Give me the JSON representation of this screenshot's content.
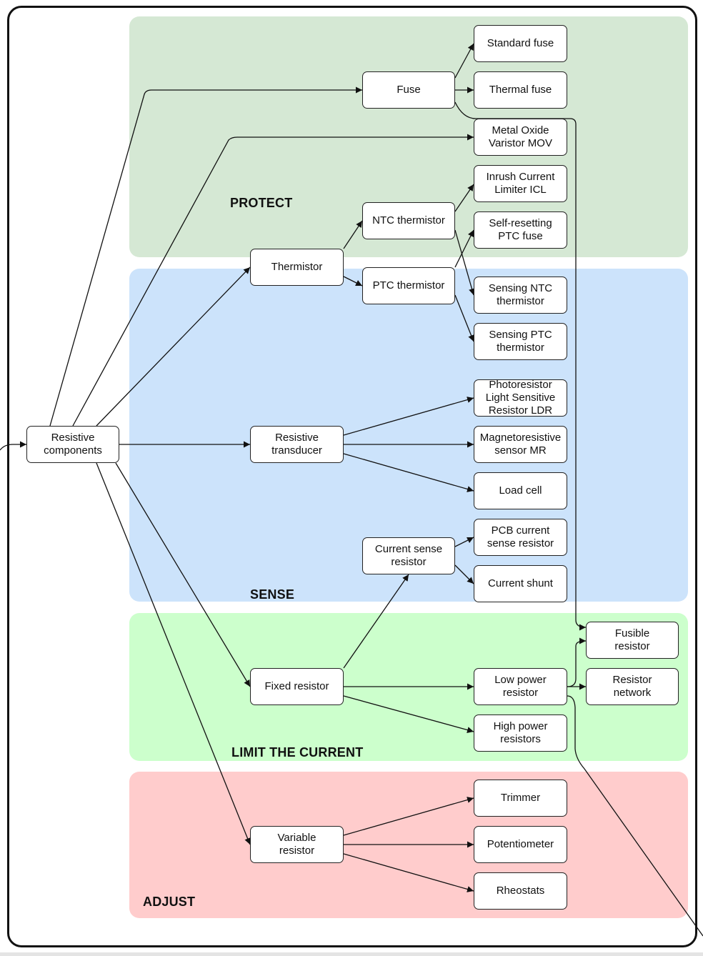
{
  "zones": {
    "protect": {
      "label": "PROTECT",
      "color": "#d5e8d4"
    },
    "sense": {
      "label": "SENSE",
      "color": "#cce3fb"
    },
    "limit": {
      "label": "LIMIT THE CURRENT",
      "color": "#ccffcc"
    },
    "adjust": {
      "label": "ADJUST",
      "color": "#ffcccc"
    }
  },
  "nodes": {
    "resistive_components": "Resistive\ncomponents",
    "fuse": "Fuse",
    "standard_fuse": "Standard fuse",
    "thermal_fuse": "Thermal fuse",
    "mov": "Metal Oxide\nVaristor MOV",
    "icl": "Inrush Current\nLimiter ICL",
    "ptc_fuse": "Self-resetting\nPTC fuse",
    "thermistor": "Thermistor",
    "ntc_thermistor": "NTC thermistor",
    "ptc_thermistor": "PTC thermistor",
    "sensing_ntc": "Sensing NTC\nthermistor",
    "sensing_ptc": "Sensing PTC\nthermistor",
    "ldr": "Photoresistor\nLight Sensitive\nResistor LDR",
    "transducer": "Resistive\ntransducer",
    "mr": "Magnetoresistive\nsensor MR",
    "load_cell": "Load cell",
    "pcb_sense": "PCB current\nsense resistor",
    "current_sense": "Current sense\nresistor",
    "shunt": "Current shunt",
    "fusible": "Fusible\nresistor",
    "fixed": "Fixed resistor",
    "low_power": "Low power\nresistor",
    "network": "Resistor\nnetwork",
    "high_power": "High power\nresistors",
    "trimmer": "Trimmer",
    "variable": "Variable\nresistor",
    "potentiometer": "Potentiometer",
    "rheostats": "Rheostats"
  }
}
